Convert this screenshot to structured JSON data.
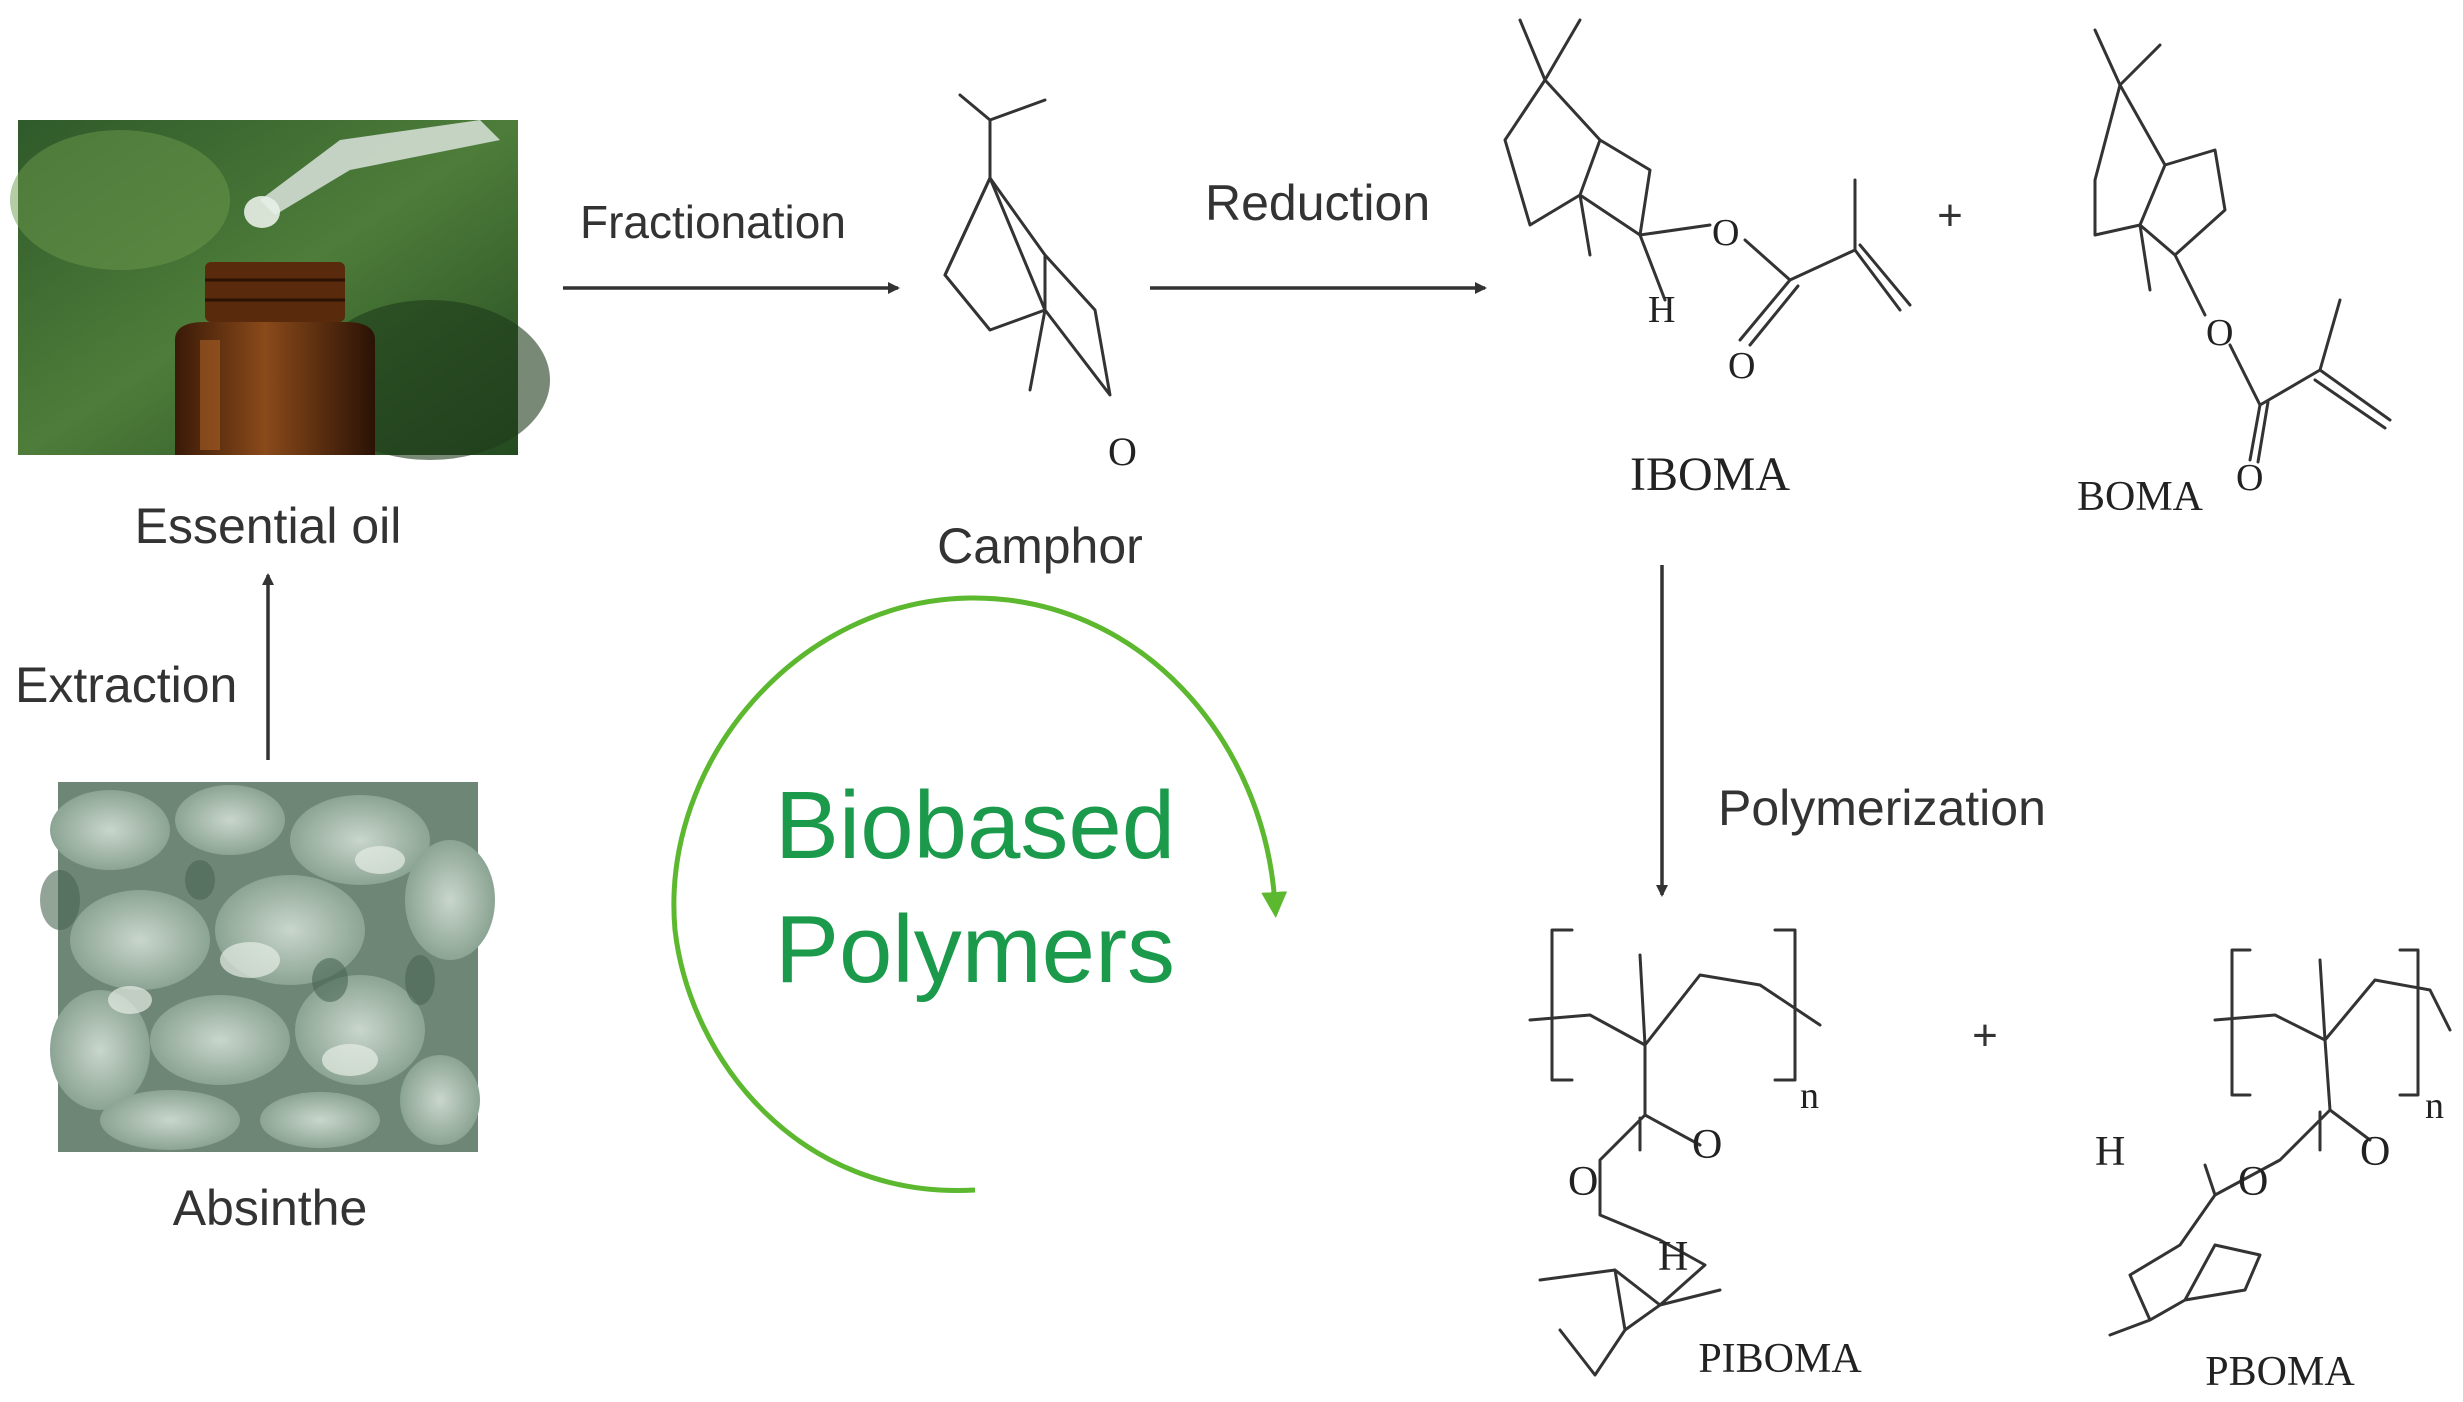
{
  "steps": {
    "extraction": "Extraction",
    "fractionation": "Fractionation",
    "reduction": "Reduction",
    "polymerization": "Polymerization"
  },
  "compounds": {
    "essential_oil": "Essential oil",
    "absinthe": "Absinthe",
    "camphor": "Camphor",
    "iboma": "IBOMA",
    "boma": "BOMA",
    "piboma": "PIBOMA",
    "pboma": "PBOMA"
  },
  "atoms": {
    "oxygen": "O",
    "hydrogen": "H",
    "repeat_n": "n",
    "plus": "+"
  },
  "center": {
    "line1": "Biobased",
    "line2": "Polymers",
    "color": "#1a9a4a",
    "arrow_color": "#5cb82e"
  },
  "photos": {
    "essential_oil_icon": "essential-oil-bottle",
    "absinthe_icon": "absinthe-plant"
  }
}
